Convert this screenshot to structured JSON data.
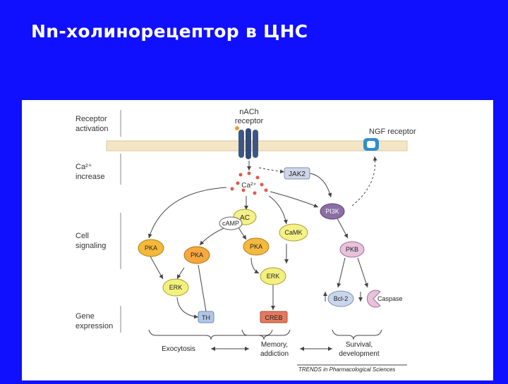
{
  "slide": {
    "title": "Nn-холинорецептор в ЦНС"
  },
  "sections": {
    "receptor_activation": [
      "Receptor",
      "activation"
    ],
    "ca_increase": [
      "Ca²⁺",
      "increase"
    ],
    "cell_signaling": [
      "Cell",
      "signaling"
    ],
    "gene_expression": [
      "Gene",
      "expression"
    ]
  },
  "receptors": {
    "nach": [
      "nACh",
      "receptor"
    ],
    "ngf": "NGF receptor"
  },
  "nodes": {
    "ca": "Ca²⁺",
    "jak2": "JAK2",
    "ac": "AC",
    "camp": "cAMP",
    "camk": "CaMK",
    "pi3k": "PI3K",
    "pka_left": "PKA",
    "pka_mid": "PKA",
    "pka_center": "PKA",
    "pkb": "PKB",
    "erk_left": "ERK",
    "erk_center": "ERK",
    "th": "TH",
    "creb": "CREB",
    "bcl2": "Bcl-2",
    "caspase": "Caspase"
  },
  "outcomes": {
    "exocytosis": "Exocytosis",
    "memory": [
      "Memory,",
      "addiction"
    ],
    "survival": [
      "Survival,",
      "development"
    ]
  },
  "citation": "TRENDS in Pharmacological Sciences",
  "colors": {
    "background": "#1010ff",
    "membrane": "#f4e6c4",
    "receptor": "#3d5683",
    "jak2": "#cfd6e8",
    "ac": "#f5f088",
    "camk": "#f5f088",
    "pi3k": "#8b6ea6",
    "pka_left": "#f5b93a",
    "pka_mid": "#f5a840",
    "pka_center": "#f5b940",
    "pkb": "#e7c2dc",
    "erk": "#f3f17e",
    "th": "#b2c6e6",
    "creb": "#e47a5e",
    "bcl2": "#c9d7ec",
    "caspase": "#e7c2dc",
    "ca_dot": "#e05a4a"
  }
}
